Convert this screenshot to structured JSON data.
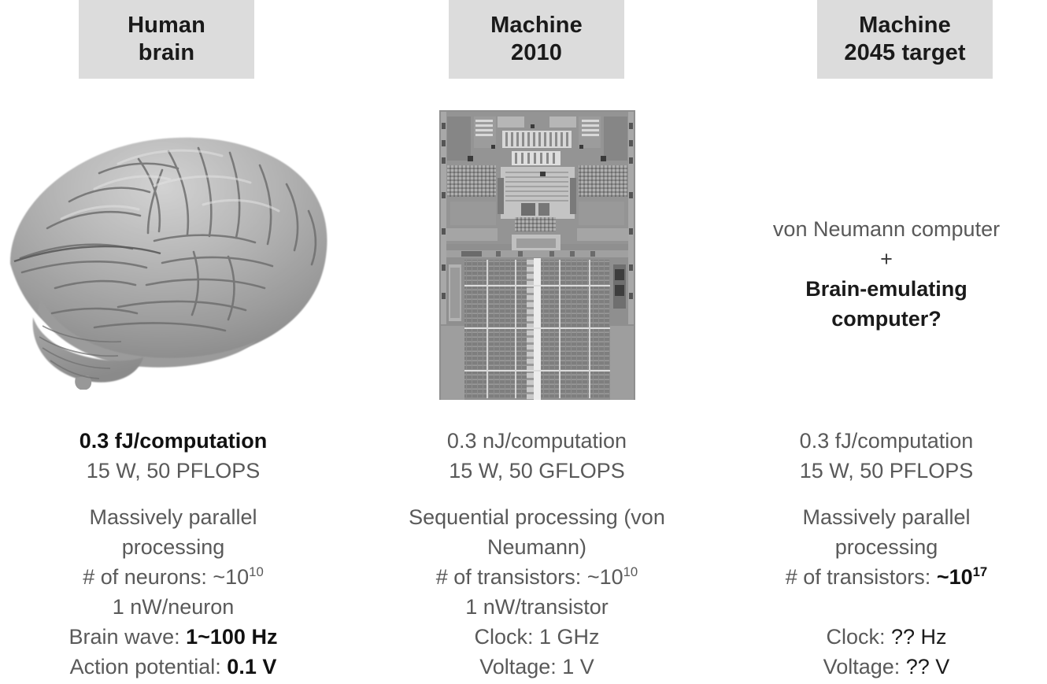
{
  "slide": {
    "background_color": "#ffffff",
    "header_chip_color": "#dcdcdc",
    "body_text_color": "#595959",
    "emphasis_text_color": "#111111"
  },
  "columns": [
    {
      "id": "human-brain",
      "header_line1": "Human",
      "header_line2": "brain",
      "image_alt": "human-brain-photo",
      "specs": [
        {
          "text": "0.3 fJ/computation",
          "emphasis": "all"
        },
        {
          "text": "15 W, 50 PFLOPS",
          "emphasis": "none"
        },
        {
          "text": "Massively parallel",
          "emphasis": "none",
          "gap_before": true
        },
        {
          "text": "processing",
          "emphasis": "none"
        },
        {
          "label": "# of neurons: ",
          "value": "~10",
          "exponent": "10",
          "emphasis": "none"
        },
        {
          "text": "1 nW/neuron",
          "emphasis": "none"
        },
        {
          "label": "Brain wave: ",
          "value": "1~100 Hz",
          "emphasis": "value"
        },
        {
          "label": "Action potential: ",
          "value": "0.1 V",
          "emphasis": "value"
        }
      ]
    },
    {
      "id": "machine-2010",
      "header_line1": "Machine",
      "header_line2": "2010",
      "image_alt": "cpu-die-micrograph",
      "specs": [
        {
          "text": "0.3 nJ/computation",
          "emphasis": "none"
        },
        {
          "text": "15 W, 50 GFLOPS",
          "emphasis": "none"
        },
        {
          "text": "Sequential processing (von",
          "emphasis": "none",
          "gap_before": true
        },
        {
          "text": "Neumann)",
          "emphasis": "none"
        },
        {
          "label": "# of transistors: ",
          "value": "~10",
          "exponent": "10",
          "emphasis": "none"
        },
        {
          "text": "1 nW/transistor",
          "emphasis": "none"
        },
        {
          "label": "Clock: ",
          "value": "1 GHz",
          "emphasis": "none"
        },
        {
          "label": "Voltage: ",
          "value": "1 V",
          "emphasis": "none"
        }
      ]
    },
    {
      "id": "machine-2045-target",
      "header_line1": "Machine",
      "header_line2": "2045 target",
      "caption": {
        "line1": "von Neumann computer",
        "line2": "+",
        "line3": "Brain-emulating",
        "line4": "computer?"
      },
      "specs": [
        {
          "text": "0.3 fJ/computation",
          "emphasis": "none"
        },
        {
          "text": "15 W, 50 PFLOPS",
          "emphasis": "none"
        },
        {
          "text": "Massively parallel",
          "emphasis": "none",
          "gap_before": true
        },
        {
          "text": "processing",
          "emphasis": "none"
        },
        {
          "label": "# of transistors: ",
          "value": "~10",
          "exponent": "17",
          "emphasis": "value"
        },
        {
          "text": "",
          "emphasis": "none",
          "blank": true
        },
        {
          "label": "Clock: ",
          "value": "?? Hz",
          "emphasis": "dark"
        },
        {
          "label": "Voltage: ",
          "value": "?? V",
          "emphasis": "dark"
        }
      ]
    }
  ]
}
